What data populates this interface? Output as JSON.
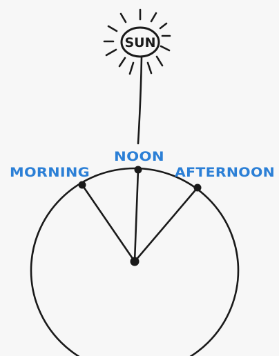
{
  "sun": {
    "label": "SUN",
    "icon": "sun-icon"
  },
  "labels": {
    "morning": "MORNING",
    "noon": "NOON",
    "afternoon": "AFTERNOON"
  },
  "colors": {
    "label": "#2b7fd6",
    "ink": "#1a1a1a",
    "background": "#f7f7f7"
  }
}
